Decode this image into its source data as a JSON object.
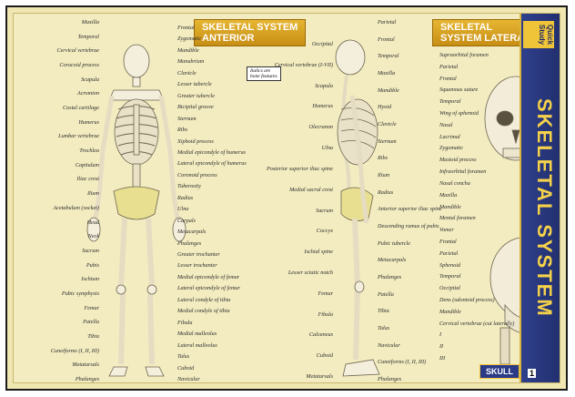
{
  "banners": {
    "anterior_line1": "SKELETAL SYSTEM",
    "anterior_line2": "ANTERIOR",
    "lateral_line1": "SKELETAL",
    "lateral_line2": "SYSTEM LATERAL"
  },
  "side": {
    "brand": "Quick Study",
    "title": "SKELETAL SYSTEM"
  },
  "footer": {
    "badge": "SKULL",
    "page": "1"
  },
  "note": {
    "line1": "Italics are",
    "line2": "bone features"
  },
  "anterior_left": [
    {
      "t": "Maxilla"
    },
    {
      "t": "Temporal"
    },
    {
      "t": "Cervical vertebrae"
    },
    {
      "t": "Coracoid process"
    },
    {
      "t": "Scapula"
    },
    {
      "t": "Acromion"
    },
    {
      "t": "Costal cartilage"
    },
    {
      "t": "Humerus"
    },
    {
      "t": "Lumbar vertebrae"
    },
    {
      "t": "Trochlea"
    },
    {
      "t": "Capitulum"
    },
    {
      "t": "Iliac crest"
    },
    {
      "t": "Ilium"
    },
    {
      "t": "Acetabulum (socket)"
    },
    {
      "t": "Head"
    },
    {
      "t": "Neck"
    },
    {
      "t": "Sacrum"
    },
    {
      "t": "Pubis"
    },
    {
      "t": "Ischium"
    },
    {
      "t": "Pubic symphysis"
    },
    {
      "t": "Femur"
    },
    {
      "t": "Patella"
    },
    {
      "t": "Tibia"
    },
    {
      "t": "Cuneiforms (I, II, III)"
    },
    {
      "t": "Metatarsals"
    },
    {
      "t": "Phalanges"
    }
  ],
  "anterior_right": [
    {
      "t": "Frontal"
    },
    {
      "t": "Zygomatic"
    },
    {
      "t": "Mandible"
    },
    {
      "t": "Manubrium"
    },
    {
      "t": "Clavicle"
    },
    {
      "t": "Lesser tubercle"
    },
    {
      "t": "Greater tubercle"
    },
    {
      "t": "Bicipital groove"
    },
    {
      "t": "Sternum"
    },
    {
      "t": "Ribs"
    },
    {
      "t": "Xiphoid process"
    },
    {
      "t": "Medial epicondyle of humerus"
    },
    {
      "t": "Lateral epicondyle of humerus"
    },
    {
      "t": "Coronoid process"
    },
    {
      "t": "Tuberosity"
    },
    {
      "t": "Radius"
    },
    {
      "t": "Ulna"
    },
    {
      "t": "Carpals"
    },
    {
      "t": "Metacarpals"
    },
    {
      "t": "Phalanges"
    },
    {
      "t": "Greater trochanter"
    },
    {
      "t": "Lesser trochanter"
    },
    {
      "t": "Medial epicondyle of femur"
    },
    {
      "t": "Lateral epicondyle of femur"
    },
    {
      "t": "Lateral condyle of tibia"
    },
    {
      "t": "Medial condyle of tibia"
    },
    {
      "t": "Fibula"
    },
    {
      "t": "Medial malleolus"
    },
    {
      "t": "Lateral malleolus"
    },
    {
      "t": "Talus"
    },
    {
      "t": "Cuboid"
    },
    {
      "t": "Navicular"
    }
  ],
  "lateral_left": [
    {
      "t": "Occipital"
    },
    {
      "t": "Cervical vertebrae (I-VII)"
    },
    {
      "t": "Scapula"
    },
    {
      "t": "Humerus"
    },
    {
      "t": "Olecranon"
    },
    {
      "t": "Ulna"
    },
    {
      "t": "Posterior superior iliac spine"
    },
    {
      "t": "Medial sacral crest"
    },
    {
      "t": "Sacrum"
    },
    {
      "t": "Coccyx"
    },
    {
      "t": "Ischial spine"
    },
    {
      "t": "Lesser sciatic notch"
    },
    {
      "t": "Femur"
    },
    {
      "t": "Fibula"
    },
    {
      "t": "Calcaneus"
    },
    {
      "t": "Cuboid"
    },
    {
      "t": "Metatarsals"
    }
  ],
  "lateral_right": [
    {
      "t": "Parietal"
    },
    {
      "t": "Frontal"
    },
    {
      "t": "Temporal"
    },
    {
      "t": "Maxilla"
    },
    {
      "t": "Mandible"
    },
    {
      "t": "Hyoid"
    },
    {
      "t": "Clavicle"
    },
    {
      "t": "Sternum"
    },
    {
      "t": "Ribs"
    },
    {
      "t": "Ilium"
    },
    {
      "t": "Radius"
    },
    {
      "t": "Anterior superior iliac spine"
    },
    {
      "t": "Descending ramus of pubis"
    },
    {
      "t": "Pubic tubercle"
    },
    {
      "t": "Metacarpals"
    },
    {
      "t": "Phalanges"
    },
    {
      "t": "Patella"
    },
    {
      "t": "Tibia"
    },
    {
      "t": "Talus"
    },
    {
      "t": "Navicular"
    },
    {
      "t": "Cuneiforms (I, II, III)"
    },
    {
      "t": "Phalanges"
    }
  ],
  "skull_labels": [
    {
      "t": "Supraorbital foramen"
    },
    {
      "t": "Parietal"
    },
    {
      "t": "Frontal"
    },
    {
      "t": "Squamous suture"
    },
    {
      "t": "Temporal"
    },
    {
      "t": "Wing of sphenoid"
    },
    {
      "t": "Nasal"
    },
    {
      "t": "Lacrimal"
    },
    {
      "t": "Zygomatic"
    },
    {
      "t": "Mastoid process"
    },
    {
      "t": "Infraorbital foramen"
    },
    {
      "t": "Nasal concha"
    },
    {
      "t": "Maxilla"
    },
    {
      "t": "Mandible"
    },
    {
      "t": "Mental foramen"
    },
    {
      "t": "Vomer"
    },
    {
      "t": "Frontal"
    },
    {
      "t": "Parietal"
    },
    {
      "t": "Sphenoid"
    },
    {
      "t": "Temporal"
    },
    {
      "t": "Occipital"
    },
    {
      "t": "Dens (odontoid process)"
    },
    {
      "t": "Mandible"
    },
    {
      "t": "Cervical vertebrae (cut laterally)"
    },
    {
      "t": "I"
    },
    {
      "t": "II"
    },
    {
      "t": "III"
    }
  ]
}
